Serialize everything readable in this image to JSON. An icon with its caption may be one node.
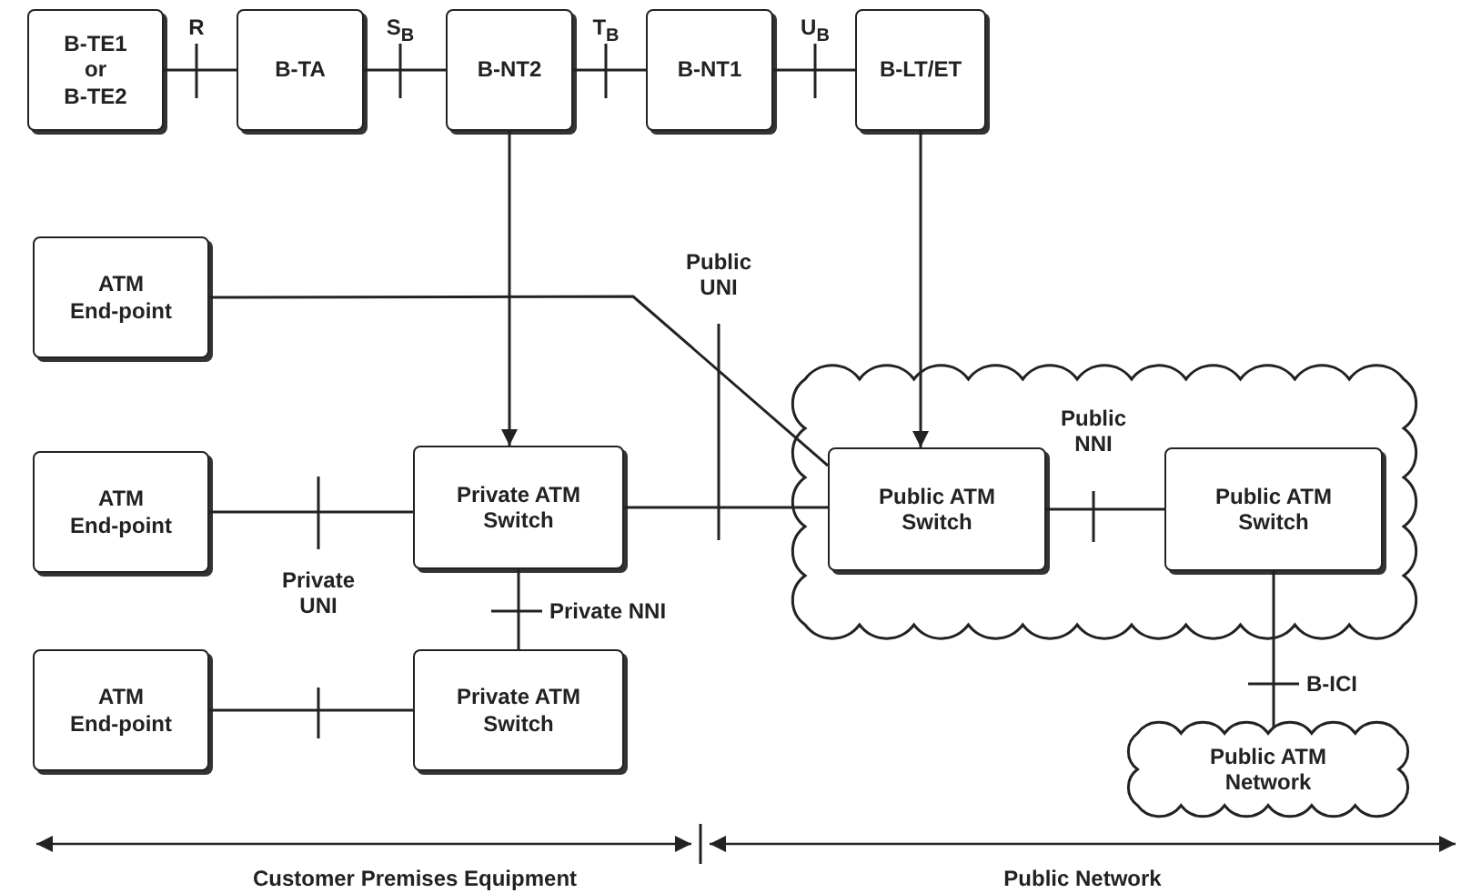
{
  "diagram": {
    "nodes": [
      {
        "text": [
          "B-TE1 or B-TE2"
        ]
      },
      {
        "text": [
          "B-TA"
        ]
      },
      {
        "text": [
          "B-NT2"
        ]
      },
      {
        "text": [
          "B-NT1"
        ]
      },
      {
        "text": [
          "B-LT/ET"
        ]
      },
      {
        "text": [
          "ATM End-point"
        ]
      },
      {
        "text": [
          "ATM End-point"
        ]
      },
      {
        "text": [
          "Private ATM Switch"
        ]
      },
      {
        "text": [
          "ATM End-point"
        ]
      },
      {
        "text": [
          "Private ATM Switch"
        ]
      },
      {
        "text": [],
        "shape": "cloud"
      },
      {
        "text": [
          "Public ATM Switch"
        ],
        "in": 10
      },
      {
        "text": [
          "Public ATM Switch"
        ],
        "in": 10
      },
      {
        "text": [
          "Public ATM Network"
        ]
      }
    ],
    "edges": [
      {
        "from": 0,
        "to": 1,
        "arrow": "none"
      },
      {
        "from": 1,
        "to": 2,
        "arrow": "none"
      },
      {
        "from": 2,
        "to": 3,
        "arrow": "none"
      },
      {
        "from": 3,
        "to": 4,
        "arrow": "none"
      },
      {
        "from": 2,
        "to": 7,
        "arrow": "to"
      },
      {
        "from": 4,
        "to": 11,
        "arrow": "to"
      },
      {
        "from": 5,
        "to": 11,
        "arrow": "none"
      },
      {
        "from": 6,
        "to": 7,
        "arrow": "none"
      },
      {
        "from": 7,
        "to": 11,
        "arrow": "none"
      },
      {
        "from": 7,
        "to": 9,
        "arrow": "none"
      },
      {
        "from": 8,
        "to": 9,
        "arrow": "none"
      },
      {
        "from": 11,
        "to": 12,
        "arrow": "none"
      },
      {
        "from": 12,
        "to": 13,
        "arrow": "none"
      }
    ],
    "labels": [
      "R",
      "S$_{B}$",
      "T$_{B}$",
      "U$_{B}$",
      "Public UNI",
      "Public NNI",
      "Private UNI",
      "Private NNI",
      "B-ICI",
      "Customer Premises Equipment",
      "Public Network"
    ]
  }
}
